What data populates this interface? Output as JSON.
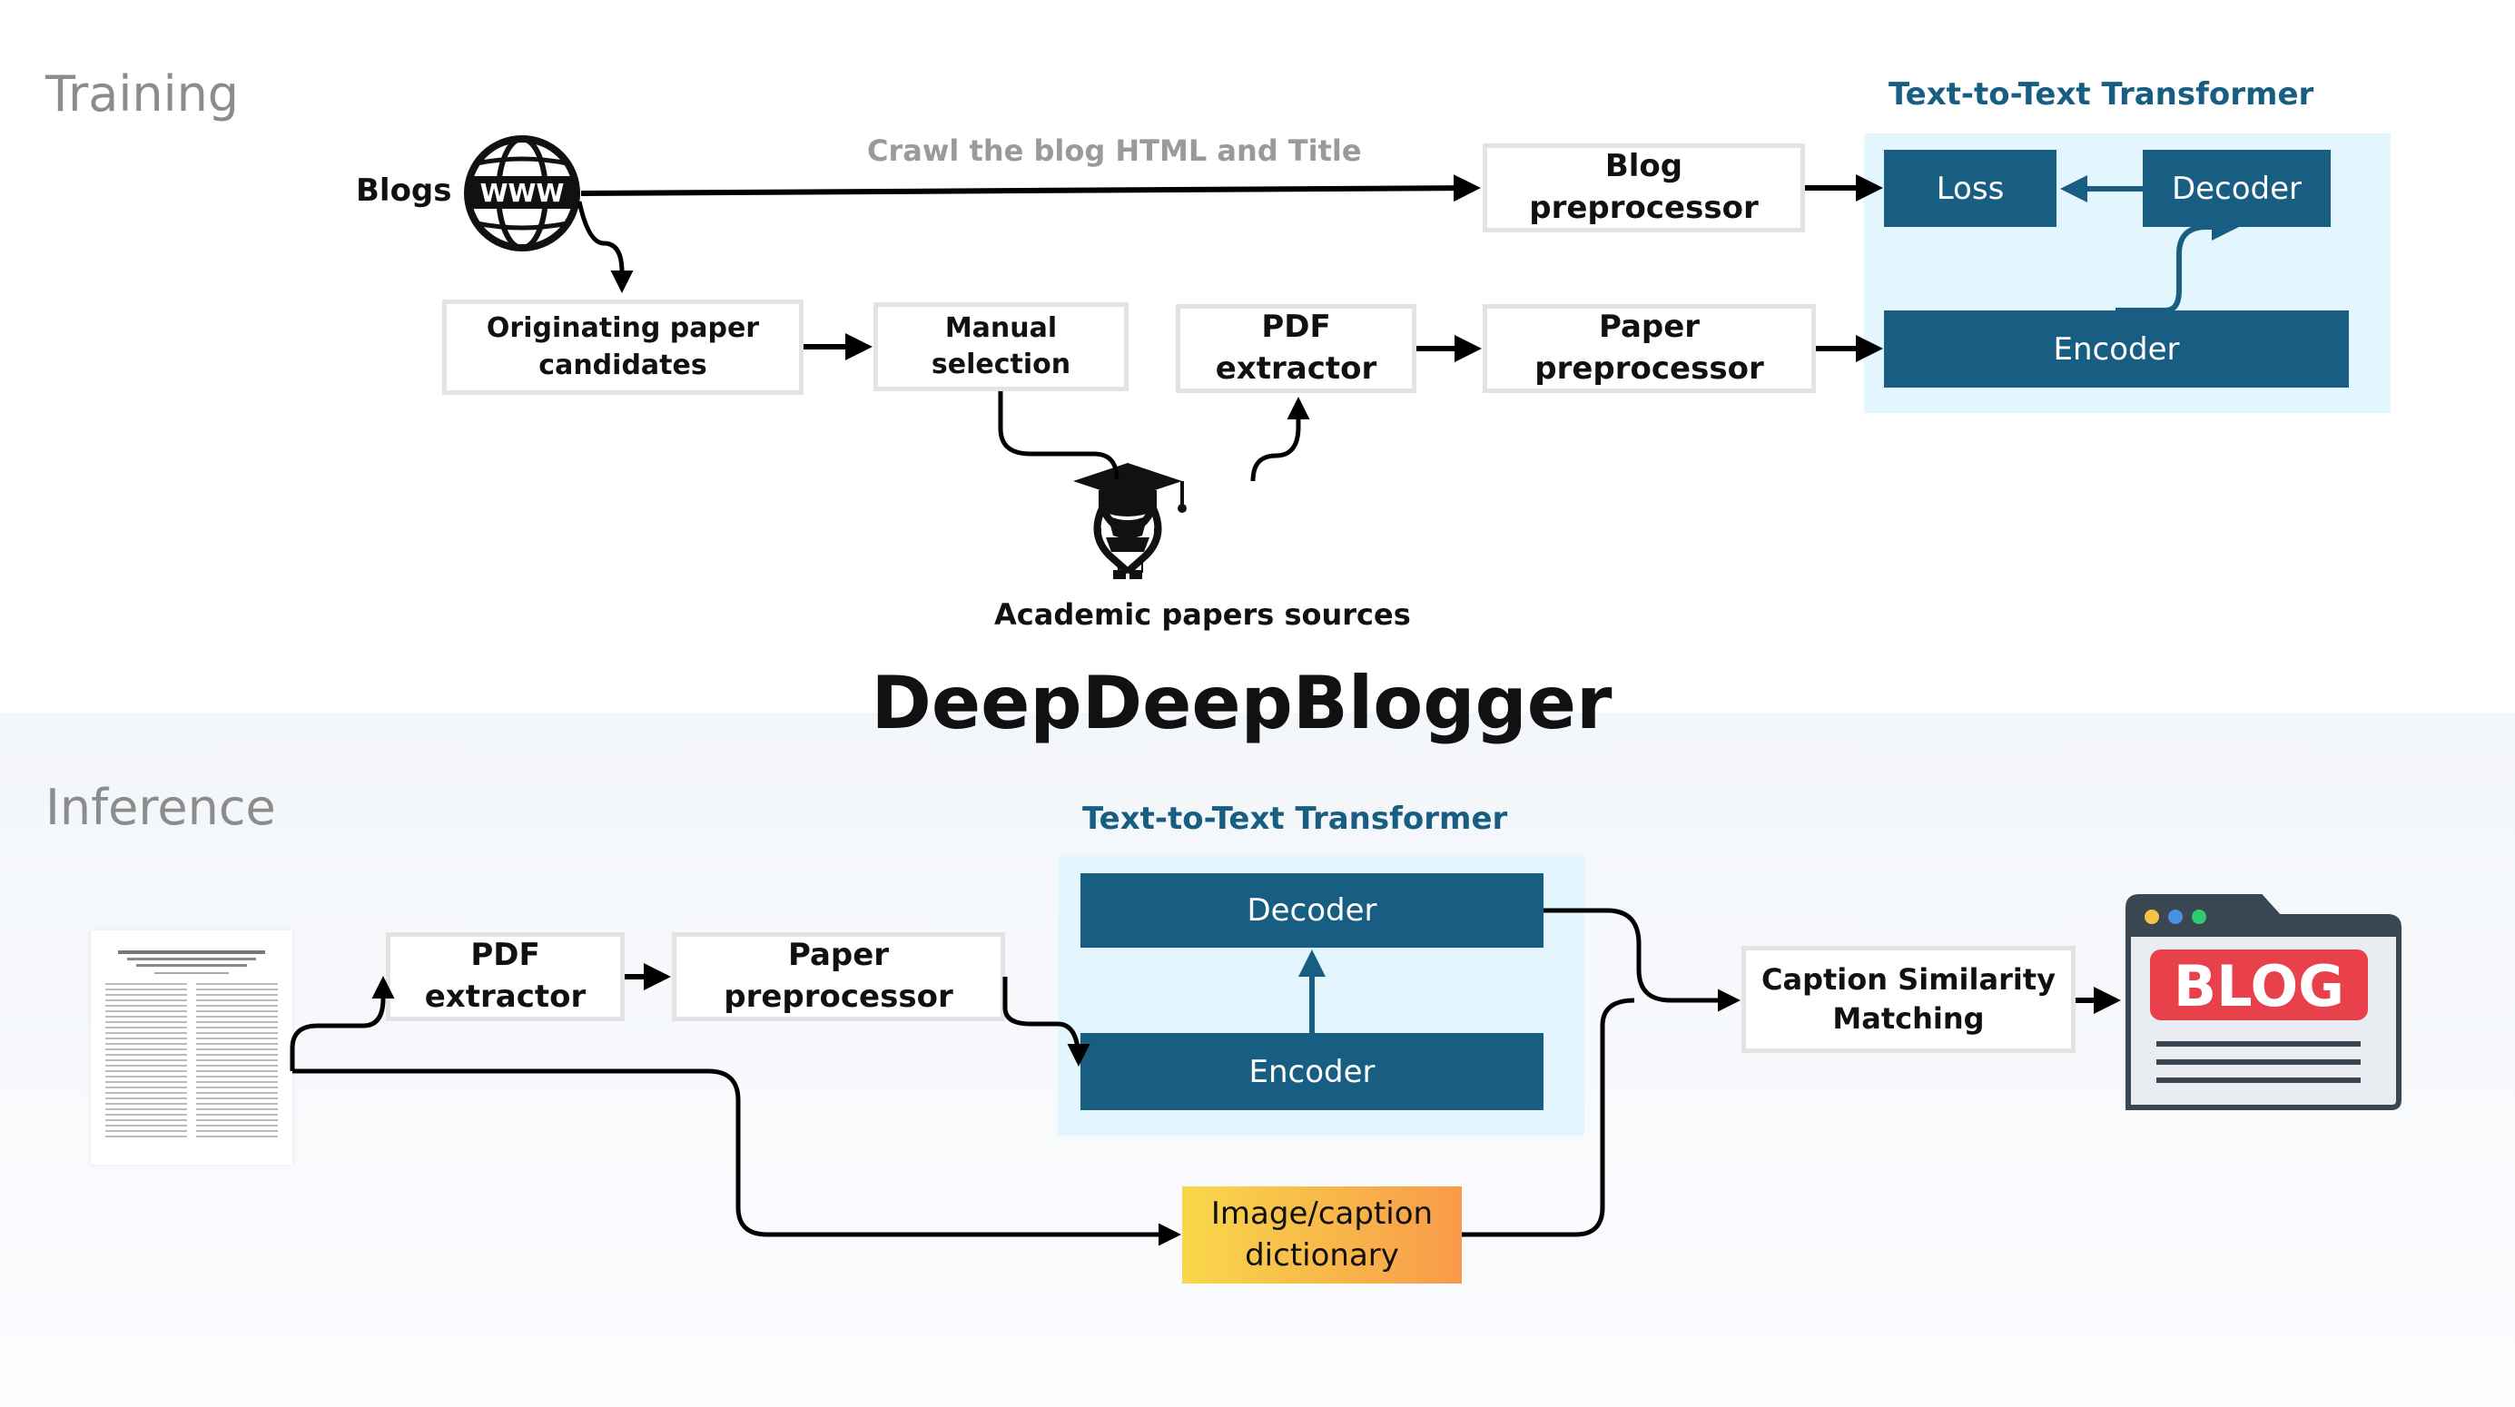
{
  "title": "DeepDeepBlogger",
  "training": {
    "section_label": "Training",
    "blogs_label": "Blogs",
    "crawl_label": "Crawl the blog HTML and Title",
    "originating": "Originating paper candidates",
    "manual_selection": "Manual selection",
    "pdf_extractor": "PDF extractor",
    "paper_preprocessor": "Paper preprocessor",
    "blog_preprocessor": "Blog preprocessor",
    "academic_sources": "Academic papers sources",
    "transformer": {
      "title": "Text-to-Text Transformer",
      "loss": "Loss",
      "decoder": "Decoder",
      "encoder": "Encoder"
    }
  },
  "inference": {
    "section_label": "Inference",
    "pdf_extractor": "PDF extractor",
    "paper_preprocessor": "Paper preprocessor",
    "transformer": {
      "title": "Text-to-Text Transformer",
      "decoder": "Decoder",
      "encoder": "Encoder"
    },
    "image_caption": "Image/caption dictionary",
    "caption_matching": "Caption Similarity Matching",
    "blog_badge": "BLOG"
  },
  "icons": [
    "globe-www-icon",
    "graduation-hands-icon",
    "paper-document-icon",
    "blog-browser-icon"
  ],
  "colors": {
    "transformer_block": "#175e82",
    "transformer_bg": "#e3f6fd",
    "blog_badge": "#e8414b",
    "image_caption_gradient": [
      "#f8d84a",
      "#f89a4a"
    ]
  }
}
